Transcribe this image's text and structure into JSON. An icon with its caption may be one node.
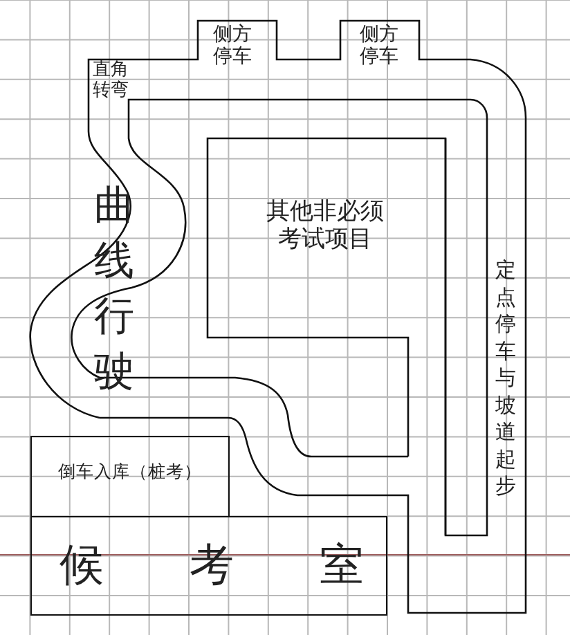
{
  "diagram": {
    "nodes": [
      {
        "text": [
          "其他非必须考试项目"
        ]
      },
      {
        "text": [
          "倒车入库（桩考）"
        ]
      },
      {
        "text": [
          "候考室"
        ]
      }
    ],
    "labels": [
      "侧方停车",
      "侧方停车",
      "直角转弯",
      "曲线行驶",
      "定点停车与坡道起步"
    ]
  }
}
